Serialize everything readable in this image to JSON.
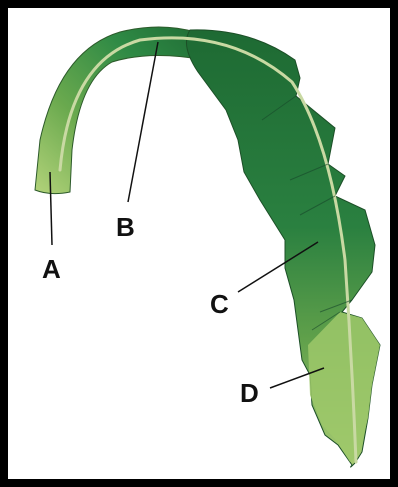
{
  "labels": {
    "a": "A",
    "b": "B",
    "c": "C",
    "d": "D"
  },
  "colors": {
    "frame": "#000000",
    "leaf_dark": "#1f6b34",
    "leaf_mid": "#2f8a45",
    "leaf_light": "#8cc064",
    "leaf_pale": "#b3d37a",
    "midrib": "#c9d9a3",
    "pointer": "#111111"
  }
}
